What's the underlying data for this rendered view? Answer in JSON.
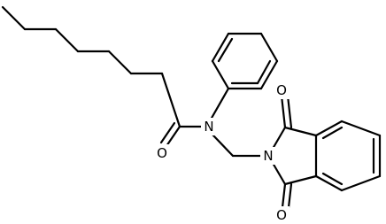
{
  "molecule": {
    "atoms": {
      "n_amide": "N",
      "n_imide": "N",
      "o_amide": "O",
      "o_imide_top": "O",
      "o_imide_bottom": "O"
    }
  },
  "colors": {
    "bond": "#000000",
    "background": "#ffffff"
  }
}
